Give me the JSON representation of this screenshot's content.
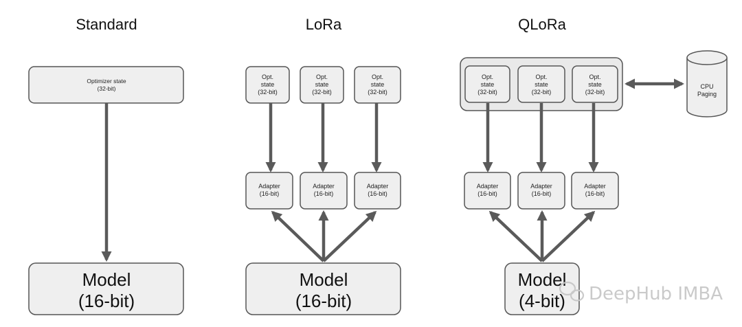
{
  "titles": {
    "standard": "Standard",
    "lora": "LoRa",
    "qlora": "QLoRa"
  },
  "standard": {
    "optimizer_l1": "Optimizer state",
    "optimizer_l2": "(32-bit)",
    "model_l1": "Model",
    "model_l2": "(16-bit)"
  },
  "lora": {
    "opt_l1": "Opt.",
    "opt_l2": "state",
    "opt_l3": "(32-bit)",
    "adapter_l1": "Adapter",
    "adapter_l2": "(16-bit)",
    "model_l1": "Model",
    "model_l2": "(16-bit)"
  },
  "qlora": {
    "opt_l1": "Opt.",
    "opt_l2": "state",
    "opt_l3": "(32-bit)",
    "adapter_l1": "Adapter",
    "adapter_l2": "(16-bit)",
    "model_l1": "Model",
    "model_l2": "(4-bit)",
    "cpu_l1": "CPU",
    "cpu_l2": "Paging"
  },
  "watermark": "DeepHub IMBA",
  "colors": {
    "box_fill": "#efefef",
    "stroke": "#555555",
    "arrow": "#5a5a5a"
  }
}
